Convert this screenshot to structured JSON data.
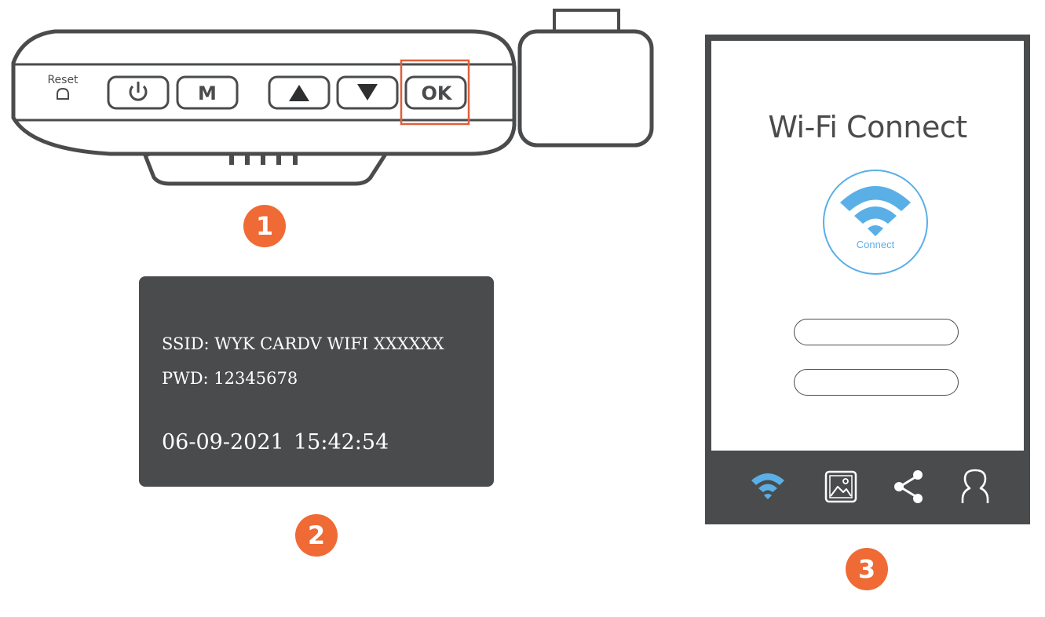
{
  "device": {
    "reset_label": "Reset",
    "buttons": [
      {
        "name": "power",
        "label": "⏻"
      },
      {
        "name": "mode",
        "label": "M"
      },
      {
        "name": "up",
        "label": "▲"
      },
      {
        "name": "down",
        "label": "▼"
      },
      {
        "name": "ok",
        "label": "OK",
        "highlighted": true
      }
    ],
    "highlight_color": "#e0603a"
  },
  "steps": [
    "1",
    "2",
    "3"
  ],
  "camera_screen": {
    "ssid": "SSID: WYK CARDV WIFI XXXXXX",
    "password": "PWD: 12345678",
    "date": "06-09-2021",
    "time": "15:42:54"
  },
  "phone": {
    "title": "Wi-Fi Connect",
    "connect_label": "Connect",
    "nav_icons": [
      "wifi-icon",
      "gallery-icon",
      "share-icon",
      "profile-icon"
    ]
  },
  "colors": {
    "badge": "#ef6a35",
    "dark": "#4a4b4d",
    "accent_blue": "#5aafe6"
  }
}
